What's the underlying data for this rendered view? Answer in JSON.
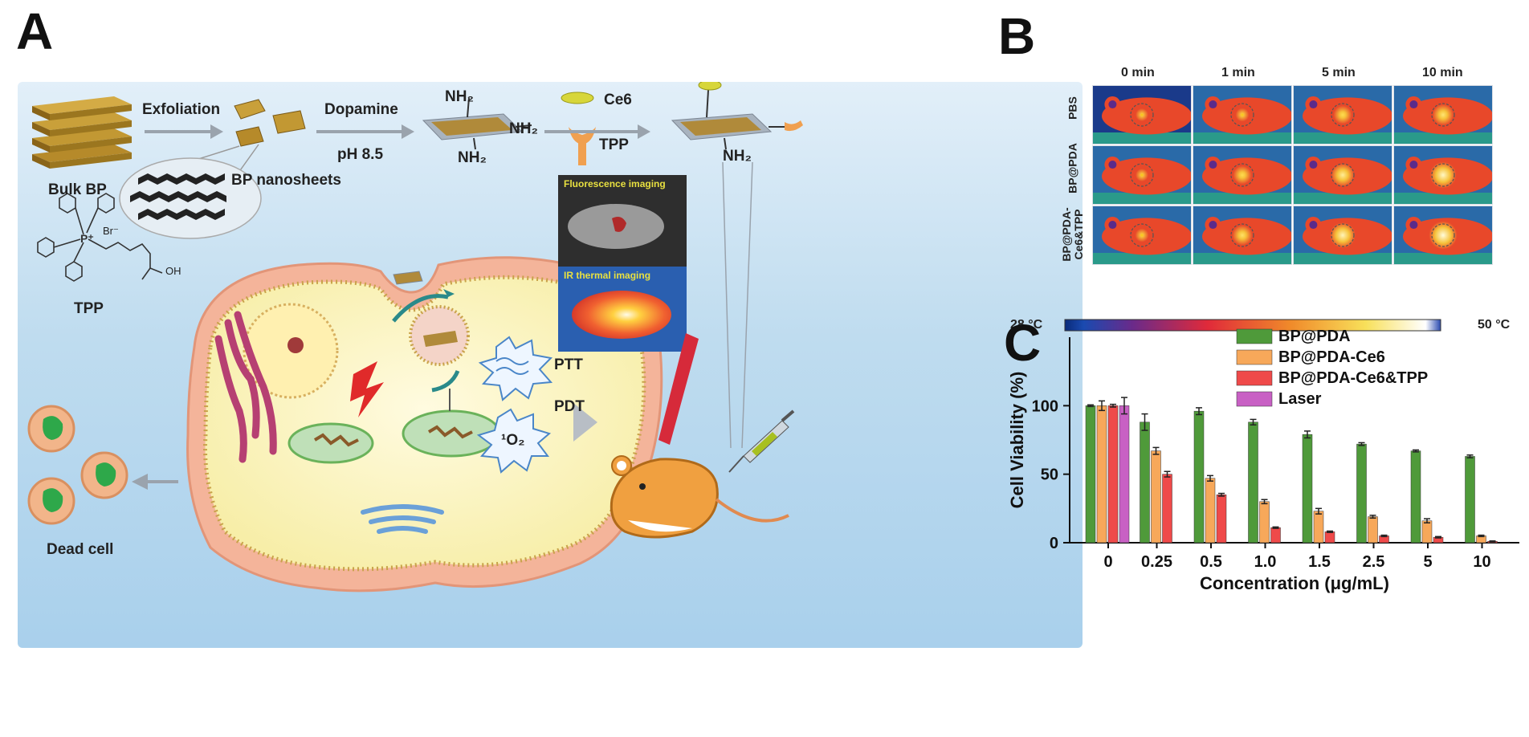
{
  "panelA": {
    "letter": "A",
    "labels": {
      "bulk_bp": "Bulk BP",
      "exfoliation": "Exfoliation",
      "bp_nanosheets": "BP nanosheets",
      "dopamine": "Dopamine",
      "ph": "pH 8.5",
      "nh2_top": "NH₂",
      "nh2_right": "NH₂",
      "nh2_bottom": "NH₂",
      "ce6": "Ce6",
      "tpp_reagent": "TPP",
      "nh2_product": "NH₂",
      "tpp_structure": "TPP",
      "bromide": "Br⁻",
      "oh": "OH",
      "ptt": "PTT",
      "pdt": "PDT",
      "singlet_oxygen": "¹O₂",
      "dead_cell": "Dead cell",
      "fluorescence_imaging": "Fluorescence imaging",
      "ir_thermal_imaging": "IR thermal imaging"
    }
  },
  "panelB": {
    "letter": "B",
    "time_headers": [
      "0 min",
      "1 min",
      "5 min",
      "10 min"
    ],
    "row_labels": [
      "PBS",
      "BP@PDA",
      "BP@PDA-Ce6&TPP"
    ],
    "hotspot_intensity": [
      [
        0.0,
        0.05,
        0.35,
        0.5
      ],
      [
        0.0,
        0.35,
        0.65,
        0.85
      ],
      [
        0.05,
        0.45,
        0.8,
        0.95
      ]
    ],
    "colorbar_min": "28 °C",
    "colorbar_max": "50 °C"
  },
  "panelC": {
    "letter": "C"
  },
  "chart_data": {
    "type": "bar",
    "categories": [
      "0",
      "0.25",
      "0.5",
      "1.0",
      "1.5",
      "2.5",
      "5",
      "10"
    ],
    "series": [
      {
        "name": "BP@PDA",
        "color": "#4f9a3a",
        "values": [
          100,
          88,
          96,
          88,
          79,
          72,
          67,
          63
        ],
        "errors": [
          0.6,
          6,
          2.5,
          2,
          2.5,
          1,
          0.7,
          1
        ]
      },
      {
        "name": "BP@PDA-Ce6",
        "color": "#f7a85a",
        "values": [
          100,
          67,
          47,
          30,
          23,
          19,
          16,
          5
        ],
        "errors": [
          3.5,
          2.5,
          2,
          1.5,
          2,
          1,
          1.5,
          0.5
        ]
      },
      {
        "name": "BP@PDA-Ce6&TPP",
        "color": "#ef4a4a",
        "values": [
          100,
          50,
          35,
          11,
          8,
          5,
          4,
          1
        ],
        "errors": [
          1,
          2,
          1,
          0.5,
          0.5,
          0.5,
          0.5,
          0.3
        ]
      },
      {
        "name": "Laser",
        "color": "#c860c4",
        "values": [
          100,
          null,
          null,
          null,
          null,
          null,
          null,
          null
        ],
        "errors": [
          6,
          null,
          null,
          null,
          null,
          null,
          null,
          null
        ]
      }
    ],
    "xlabel": "Concentration (μg/mL)",
    "ylabel": "Cell Viability (%)",
    "ylim": [
      0,
      150
    ],
    "yticks": [
      "0",
      "50",
      "100"
    ],
    "legend_position": "top-right"
  }
}
